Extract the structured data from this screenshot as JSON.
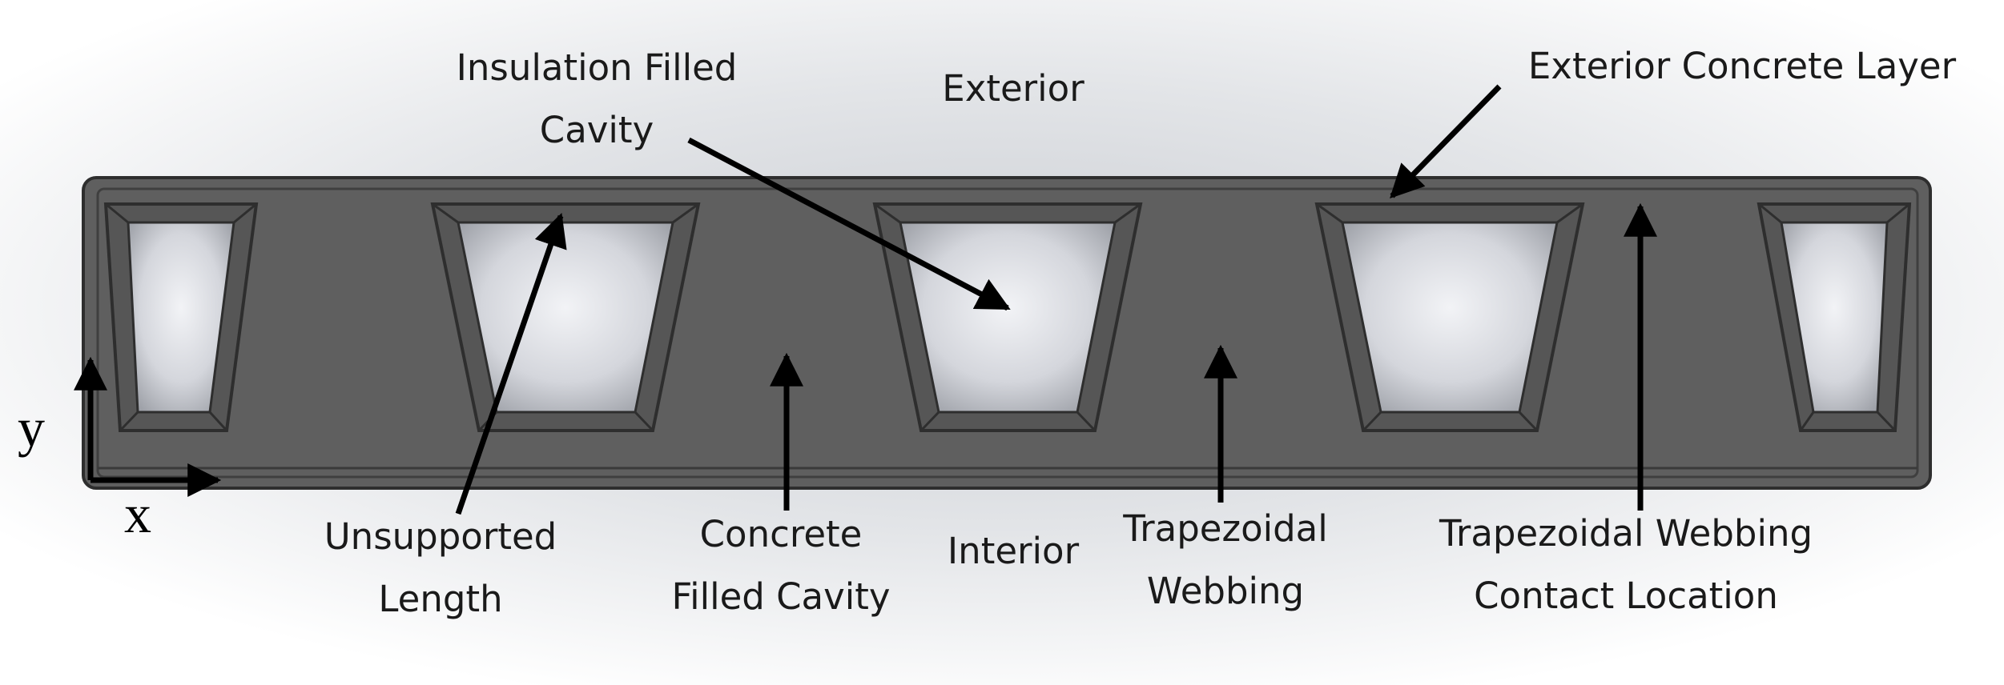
{
  "labels": {
    "insulation_line1": "Insulation Filled",
    "insulation_line2": "Cavity",
    "exterior": "Exterior",
    "exterior_concrete_layer": "Exterior Concrete Layer",
    "unsupported_line1": "Unsupported",
    "unsupported_line2": "Length",
    "concrete_line1": "Concrete",
    "concrete_line2": "Filled Cavity",
    "interior": "Interior",
    "webbing_line1": "Trapezoidal",
    "webbing_line2": "Webbing",
    "contact_line1": "Trapezoidal Webbing",
    "contact_line2": "Contact Location"
  },
  "axes": {
    "x": "x",
    "y": "y"
  },
  "colors": {
    "panel": "#5f5f5f",
    "panel_edge": "#2e2e2e",
    "bevel_light": "#9a9a9a",
    "bevel_dark": "#474747",
    "arrow": "#000000",
    "background": "#ffffff"
  }
}
